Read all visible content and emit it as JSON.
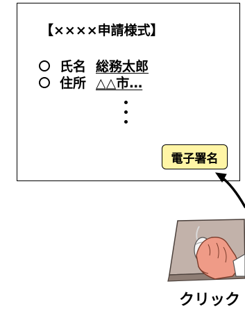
{
  "form": {
    "title": "【××××申請様式】",
    "rows": [
      {
        "label": "氏名",
        "value": "総務太郎"
      },
      {
        "label": "住所",
        "value": "△△市…"
      }
    ],
    "sign_button_label": "電子署名"
  },
  "mouse": {
    "caption": "クリック",
    "icon": "hand-on-mouse-icon"
  },
  "colors": {
    "button_fill": "#fff5a6",
    "mouse_pad": "#c2b2aa",
    "hand": "#ef9b87",
    "mouse": "#f4f4f4"
  }
}
